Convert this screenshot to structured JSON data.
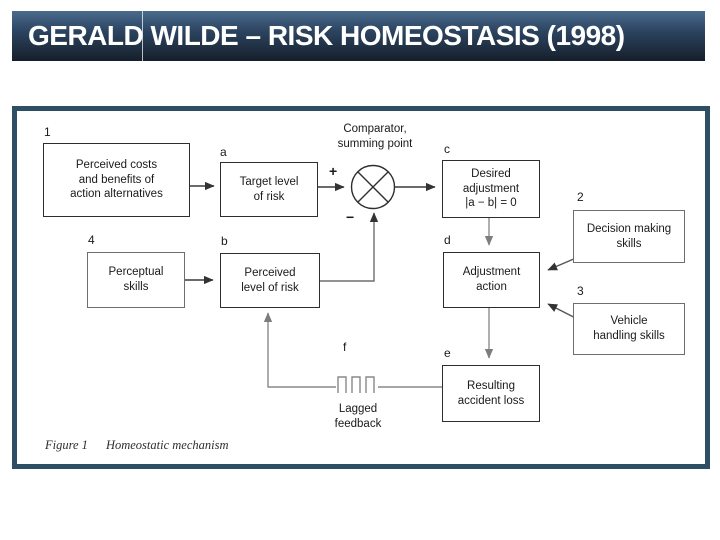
{
  "title": {
    "text": "GERALD WILDE – RISK HOMEOSTASIS (1998)"
  },
  "diagram": {
    "comparator_label": "Comparator,\nsumming point",
    "plus_sign": "+",
    "minus_sign": "−",
    "tags": {
      "n1": "1",
      "n2": "2",
      "n3": "3",
      "n4": "4",
      "a": "a",
      "b": "b",
      "c": "c",
      "d": "d",
      "e": "e",
      "f": "f"
    },
    "boxes": {
      "perceived_costs": "Perceived costs\nand benefits of\naction alternatives",
      "target_level": "Target level\nof risk",
      "desired_adjustment": "Desired\nadjustment\n|a − b| = 0",
      "decision_skills": "Decision making\nskills",
      "perceptual_skills": "Perceptual\nskills",
      "perceived_level": "Perceived\nlevel of risk",
      "adjustment_action": "Adjustment\naction",
      "vehicle_skills": "Vehicle\nhandling skills",
      "accident_loss": "Resulting\naccident loss"
    },
    "lagged_feedback": "Lagged\nfeedback"
  },
  "caption": {
    "figure_label": "Figure 1",
    "text": "Homeostatic mechanism"
  }
}
